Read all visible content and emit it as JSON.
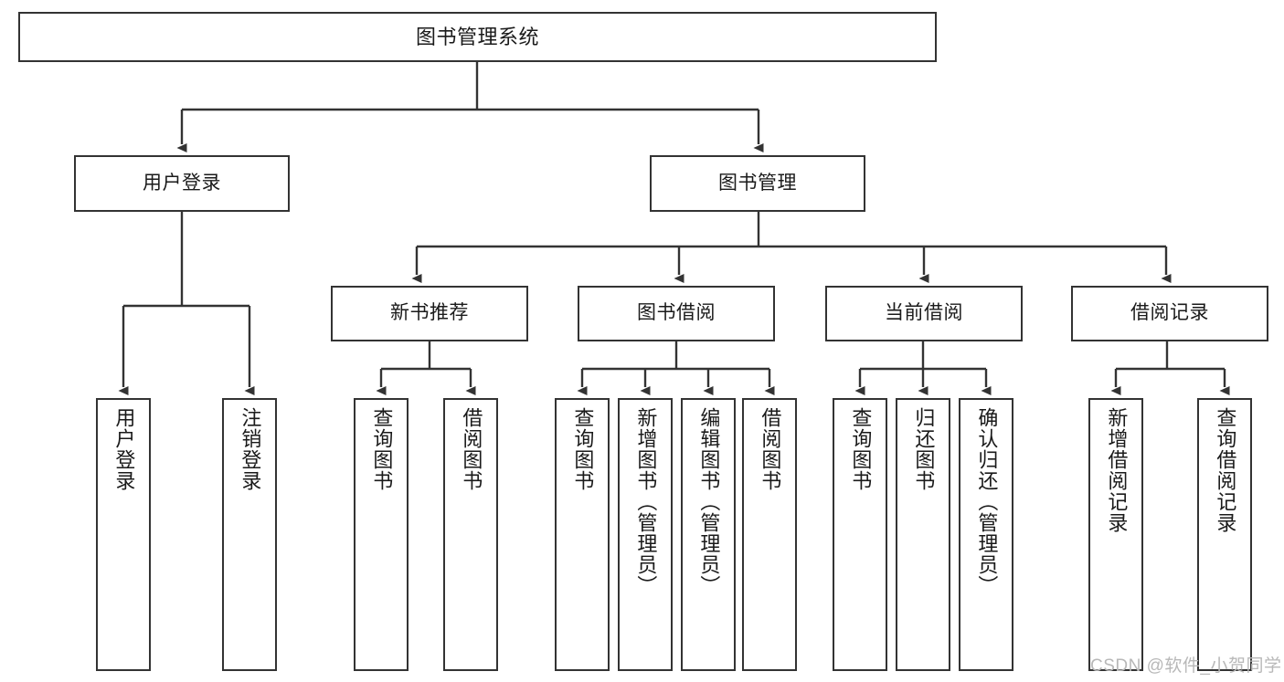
{
  "diagram": {
    "title": "图书管理系统",
    "type": "tree-hierarchy-diagram",
    "colors": {
      "node_border": "#333333",
      "node_fill": "#ffffff",
      "edge": "#333333",
      "text": "#1a1a1a",
      "watermark": "#b8b8b8",
      "background": "#ffffff"
    },
    "nodes": {
      "root": {
        "label": "图书管理系统"
      },
      "level2": [
        {
          "label": "用户登录"
        },
        {
          "label": "图书管理"
        }
      ],
      "level3": [
        {
          "label": "新书推荐"
        },
        {
          "label": "图书借阅"
        },
        {
          "label": "当前借阅"
        },
        {
          "label": "借阅记录"
        }
      ],
      "leaves": {
        "user_login": [
          {
            "label": "用户登录"
          },
          {
            "label": "注销登录"
          }
        ],
        "new_book_recommend": [
          {
            "label": "查询图书"
          },
          {
            "label": "借阅图书"
          }
        ],
        "book_borrow": [
          {
            "label": "查询图书"
          },
          {
            "label": "新增图书（管理员）"
          },
          {
            "label": "编辑图书（管理员）"
          },
          {
            "label": "借阅图书"
          }
        ],
        "current_borrow": [
          {
            "label": "查询图书"
          },
          {
            "label": "归还图书"
          },
          {
            "label": "确认归还（管理员）"
          }
        ],
        "borrow_record": [
          {
            "label": "新增借阅记录"
          },
          {
            "label": "查询借阅记录"
          }
        ]
      }
    },
    "watermark": "CSDN @软件_小贺同学"
  }
}
